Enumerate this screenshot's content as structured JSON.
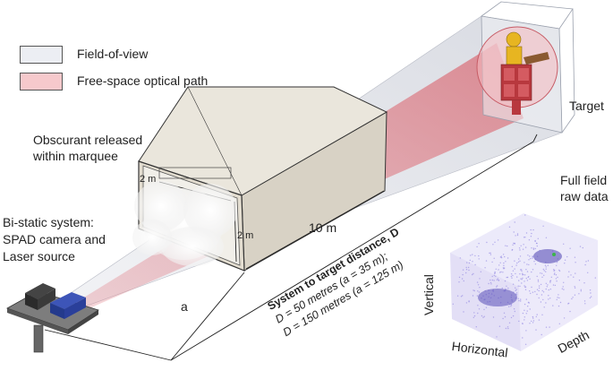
{
  "legend": {
    "field_of_view": {
      "label": "Field-of-view",
      "color": "#eceef3"
    },
    "optical_path": {
      "label": "Free-space optical path",
      "color": "#f6c9cc"
    }
  },
  "labels": {
    "target": "Target",
    "obscurant_line1": "Obscurant released",
    "obscurant_line2": "within marquee",
    "system_line1": "Bi-static system:",
    "system_line2": "SPAD camera and",
    "system_line3": "Laser source",
    "full_field_line1": "Full field",
    "full_field_line2": "raw data"
  },
  "marquee": {
    "width_label": "2 m",
    "height_label": "2 m",
    "length_label": "10 m",
    "gap_label": "a"
  },
  "distance": {
    "title": "System to target distance, D",
    "line1": "D = 50 metres (a = 35 m);",
    "line2": "D = 150 metres (a = 125 m)"
  },
  "raw_data_axes": {
    "vertical": "Vertical",
    "horizontal": "Horizontal",
    "depth": "Depth"
  },
  "colors": {
    "tent": "#e6e1d6",
    "tent_dark": "#cfc9bc",
    "beam": "#e8a0a6",
    "target_yellow": "#e7b521",
    "target_red": "#b8383e",
    "camera_blue": "#2a3f9a",
    "points": "#8a7fe0"
  }
}
